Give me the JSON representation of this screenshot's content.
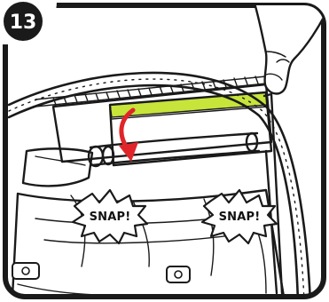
{
  "step": {
    "number": "13"
  },
  "callouts": [
    {
      "id": "left",
      "text": "SNAP!"
    },
    {
      "id": "right",
      "text": "SNAP!"
    }
  ],
  "colors": {
    "frame": "#1a1a1a",
    "highlight": "#c6e43a",
    "arrow": "#e0252a",
    "fabric": "#ffffff"
  }
}
